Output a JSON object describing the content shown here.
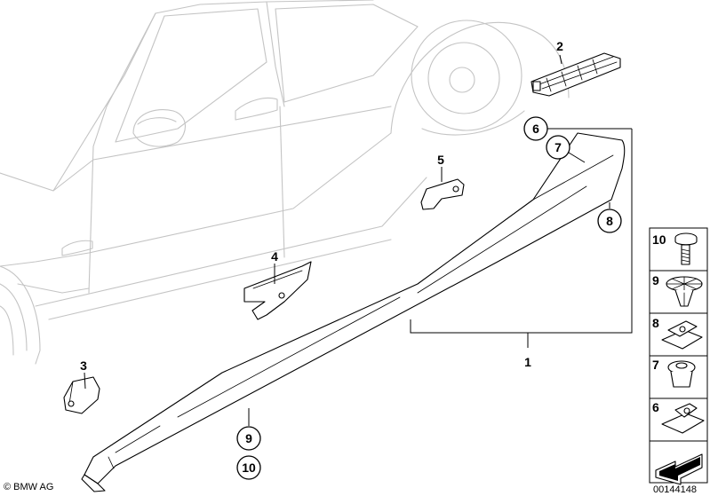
{
  "callouts": {
    "p1": "1",
    "p2": "2",
    "p3": "3",
    "p4": "4",
    "p5": "5",
    "p6": "6",
    "p7": "7",
    "p8": "8",
    "p9": "9",
    "p10": "10"
  },
  "legend": [
    "10",
    "9",
    "8",
    "7",
    "6"
  ],
  "copyright": "© BMW AG",
  "image_number": "00144148"
}
